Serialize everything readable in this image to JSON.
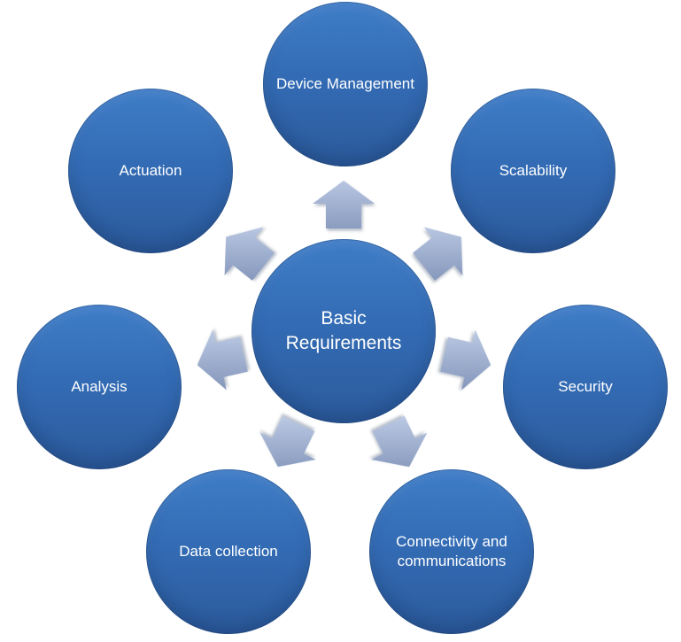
{
  "diagram": {
    "type": "radial-diverging",
    "center_label": "Basic Requirements",
    "nodes": [
      {
        "label": "Device Management"
      },
      {
        "label": "Scalability"
      },
      {
        "label": "Security"
      },
      {
        "label": "Connectivity and communications"
      },
      {
        "label": "Data collection"
      },
      {
        "label": "Analysis"
      },
      {
        "label": "Actuation"
      }
    ],
    "colors": {
      "circle_gradient_top": "#3f7dc8",
      "circle_gradient_bottom": "#2c5a9b",
      "arrow_gradient_light": "#b9c7e2",
      "arrow_gradient_dark": "#8799bd",
      "label_text": "#ffffff",
      "background": "#ffffff"
    }
  }
}
